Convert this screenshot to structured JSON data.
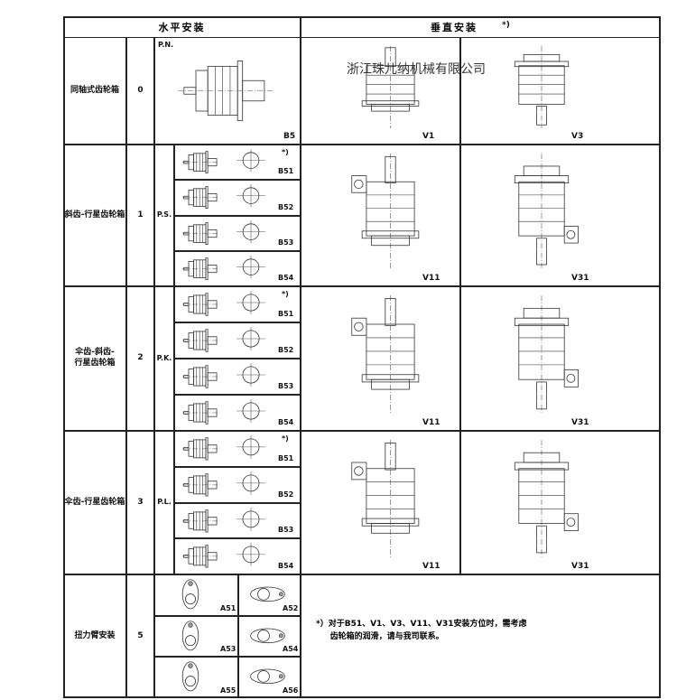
{
  "header": {
    "horizontal": "水平安装",
    "vertical": "垂直安装",
    "vertical_mark": "*)"
  },
  "watermark": "浙江珠儿纳机械有限公司",
  "rows": [
    {
      "label": "同轴式齿轮箱",
      "num": "0",
      "code": "P.N.",
      "horizontal": [
        "B5"
      ],
      "vertical": [
        "V1",
        "V3"
      ]
    },
    {
      "label": "斜齿-行星齿轮箱",
      "num": "1",
      "code": "P.S.",
      "horizontal": [
        "B51",
        "B52",
        "B53",
        "B54"
      ],
      "mark": "*)",
      "vertical": [
        "V11",
        "V31"
      ]
    },
    {
      "label": "伞齿-斜齿-\n行星齿轮箱",
      "num": "2",
      "code": "P.K.",
      "horizontal": [
        "B51",
        "B52",
        "B53",
        "B54"
      ],
      "mark": "*)",
      "vertical": [
        "V11",
        "V31"
      ]
    },
    {
      "label": "伞齿-行星齿轮箱",
      "num": "3",
      "code": "P.L.",
      "horizontal": [
        "B51",
        "B52",
        "B53",
        "B54"
      ],
      "mark": "*)",
      "vertical": [
        "V11",
        "V31"
      ]
    },
    {
      "label": "扭力臂安装",
      "num": "5",
      "arms": [
        "A51",
        "A52",
        "A53",
        "A54",
        "A55",
        "A56"
      ]
    }
  ],
  "footnote": "*）对于B51、V1、V3、V11、V31安装方位时，需考虑\n     齿轮箱的润滑，请与我司联系。"
}
